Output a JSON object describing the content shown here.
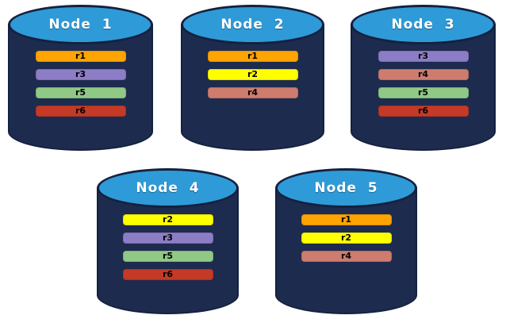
{
  "diagram": {
    "background": "#FFFFFF",
    "colors": {
      "cylinder_body": "#1D2B4E",
      "cylinder_stroke": "#14213F",
      "cylinder_top_fill": "#2F9AD8",
      "title_text": "#FFFFFF",
      "bar_text": "#000000"
    },
    "replica_colors": {
      "r1": "#FFA402",
      "r2": "#FFFF00",
      "r3": "#8D7CC6",
      "r4": "#CD7C6E",
      "r5": "#90C885",
      "r6": "#C43A26"
    },
    "nodes": [
      {
        "label": "Node  1",
        "replicas": [
          "r1",
          "r3",
          "r5",
          "r6"
        ]
      },
      {
        "label": "Node  2",
        "replicas": [
          "r1",
          "r2",
          "r4"
        ]
      },
      {
        "label": "Node  3",
        "replicas": [
          "r3",
          "r4",
          "r5",
          "r6"
        ]
      },
      {
        "label": "Node  4",
        "replicas": [
          "r2",
          "r3",
          "r5",
          "r6"
        ]
      },
      {
        "label": "Node  5",
        "replicas": [
          "r1",
          "r2",
          "r4"
        ]
      }
    ]
  }
}
